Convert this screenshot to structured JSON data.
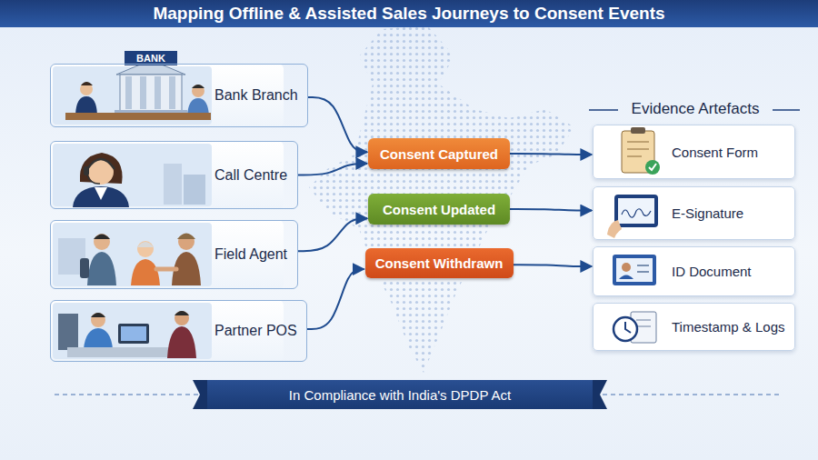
{
  "diagram": {
    "title": "Mapping Offline & Assisted Sales Journeys to Consent Events",
    "nodes": [
      {
        "text": [
          "Bank Branch"
        ]
      },
      {
        "text": [
          "Call Centre"
        ]
      },
      {
        "text": [
          "Field Agent"
        ]
      },
      {
        "text": [
          "Partner POS"
        ]
      },
      {
        "text": [
          "Consent Captured"
        ]
      },
      {
        "text": [
          "Consent Updated"
        ]
      },
      {
        "text": [
          "Consent Withdrawn"
        ]
      },
      {
        "text": [
          "Consent Form"
        ]
      },
      {
        "text": [
          "E-Signature"
        ]
      },
      {
        "text": [
          "ID Document"
        ]
      },
      {
        "text": [
          "Timestamp & Logs"
        ]
      },
      {
        "text": [
          "In Compliance with India's DPDP Act"
        ]
      }
    ],
    "edges": [
      {
        "from": 0,
        "to": 4,
        "arrow": "to"
      },
      {
        "from": 1,
        "to": 4,
        "arrow": "to"
      },
      {
        "from": 2,
        "to": 5,
        "arrow": "to"
      },
      {
        "from": 3,
        "to": 6,
        "arrow": "to"
      },
      {
        "from": 4,
        "to": 7,
        "arrow": "to"
      },
      {
        "from": 5,
        "to": 8,
        "arrow": "to"
      },
      {
        "from": 6,
        "to": 9,
        "arrow": "to"
      }
    ],
    "labels": [
      "BANK",
      "Evidence Artefacts"
    ]
  }
}
